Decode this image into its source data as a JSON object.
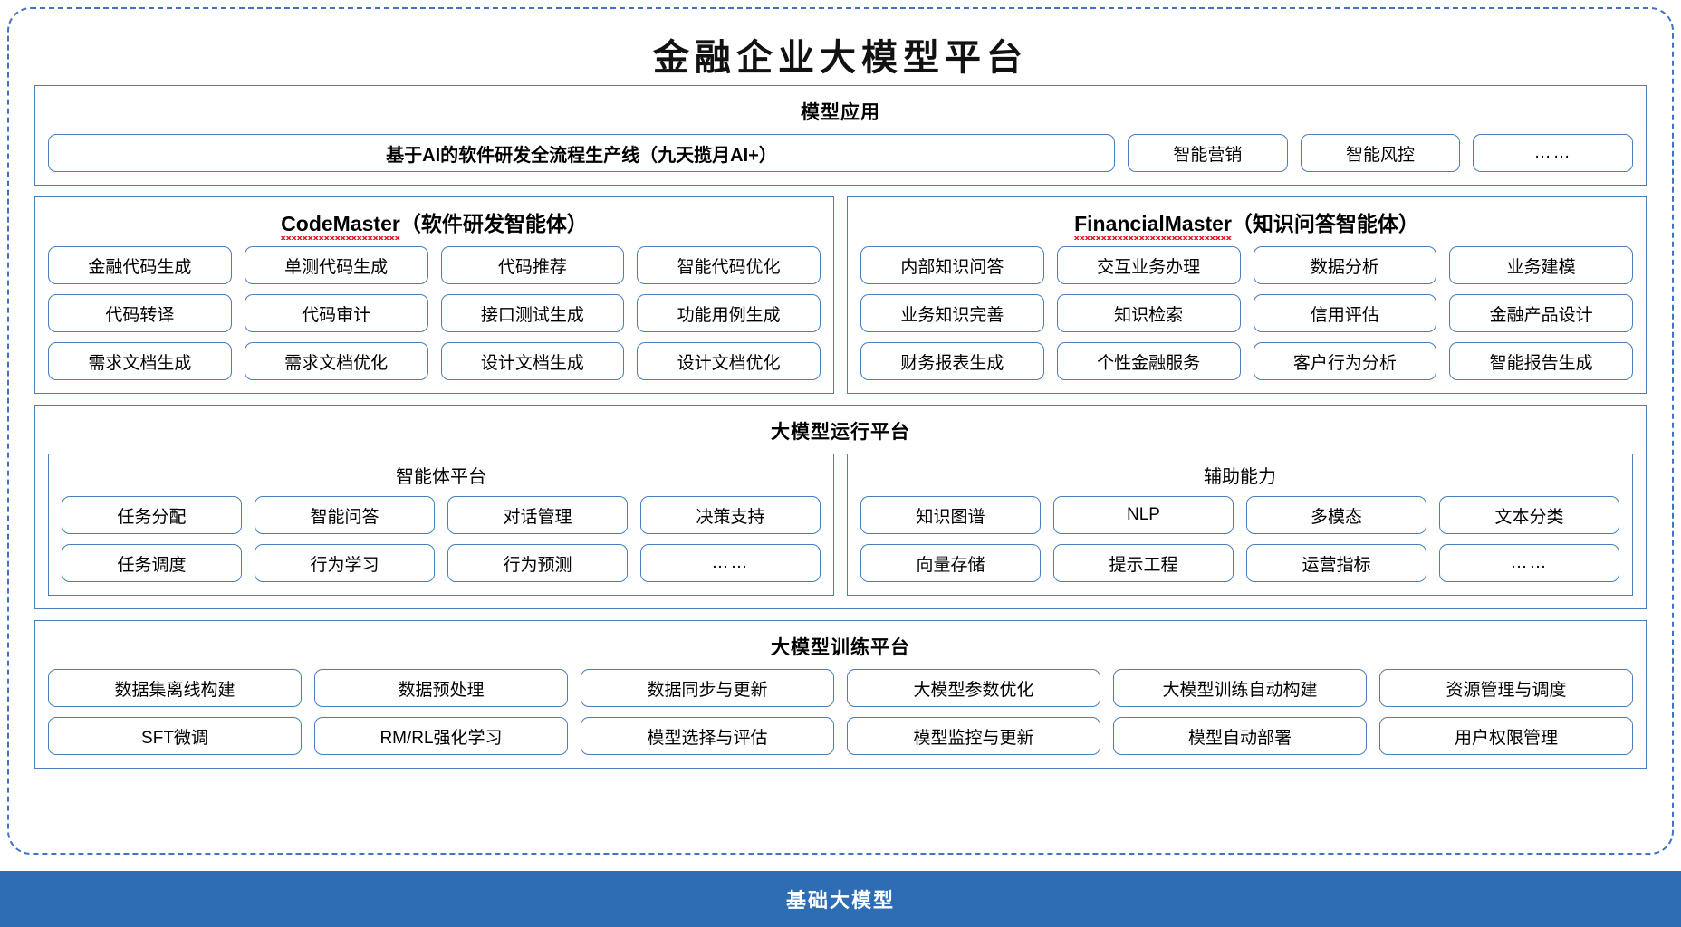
{
  "title": "金融企业大模型平台",
  "colors": {
    "border_blue": "#4a7ebb",
    "dashed_blue": "#4472c4",
    "footer_blue": "#2e6db4",
    "spell_red": "#e02020",
    "text": "#000000"
  },
  "model_application": {
    "title": "模型应用",
    "wide_item": "基于AI的软件研发全流程生产线（九天揽月AI+）",
    "items": [
      "智能营销",
      "智能风控",
      "……"
    ]
  },
  "agents": [
    {
      "name_en": "CodeMaster",
      "name_cn": "（软件研发智能体）",
      "misspelled": true,
      "items": [
        "金融代码生成",
        "单测代码生成",
        "代码推荐",
        "智能代码优化",
        "代码转译",
        "代码审计",
        "接口测试生成",
        "功能用例生成",
        "需求文档生成",
        "需求文档优化",
        "设计文档生成",
        "设计文档优化"
      ]
    },
    {
      "name_en": "FinancialMaster",
      "name_cn": "（知识问答智能体）",
      "misspelled": true,
      "items": [
        "内部知识问答",
        "交互业务办理",
        "数据分析",
        "业务建模",
        "业务知识完善",
        "知识检索",
        "信用评估",
        "金融产品设计",
        "财务报表生成",
        "个性金融服务",
        "客户行为分析",
        "智能报告生成"
      ]
    }
  ],
  "run_platform": {
    "title": "大模型运行平台",
    "sub_panels": [
      {
        "title": "智能体平台",
        "items": [
          "任务分配",
          "智能问答",
          "对话管理",
          "决策支持",
          "任务调度",
          "行为学习",
          "行为预测",
          "……"
        ]
      },
      {
        "title": "辅助能力",
        "items": [
          "知识图谱",
          "NLP",
          "多模态",
          "文本分类",
          "向量存储",
          "提示工程",
          "运营指标",
          "……"
        ]
      }
    ]
  },
  "training_platform": {
    "title": "大模型训练平台",
    "items": [
      "数据集离线构建",
      "数据预处理",
      "数据同步与更新",
      "大模型参数优化",
      "大模型训练自动构建",
      "资源管理与调度",
      "SFT微调",
      "RM/RL强化学习",
      "模型选择与评估",
      "模型监控与更新",
      "模型自动部署",
      "用户权限管理"
    ]
  },
  "footer": {
    "label": "基础大模型"
  }
}
